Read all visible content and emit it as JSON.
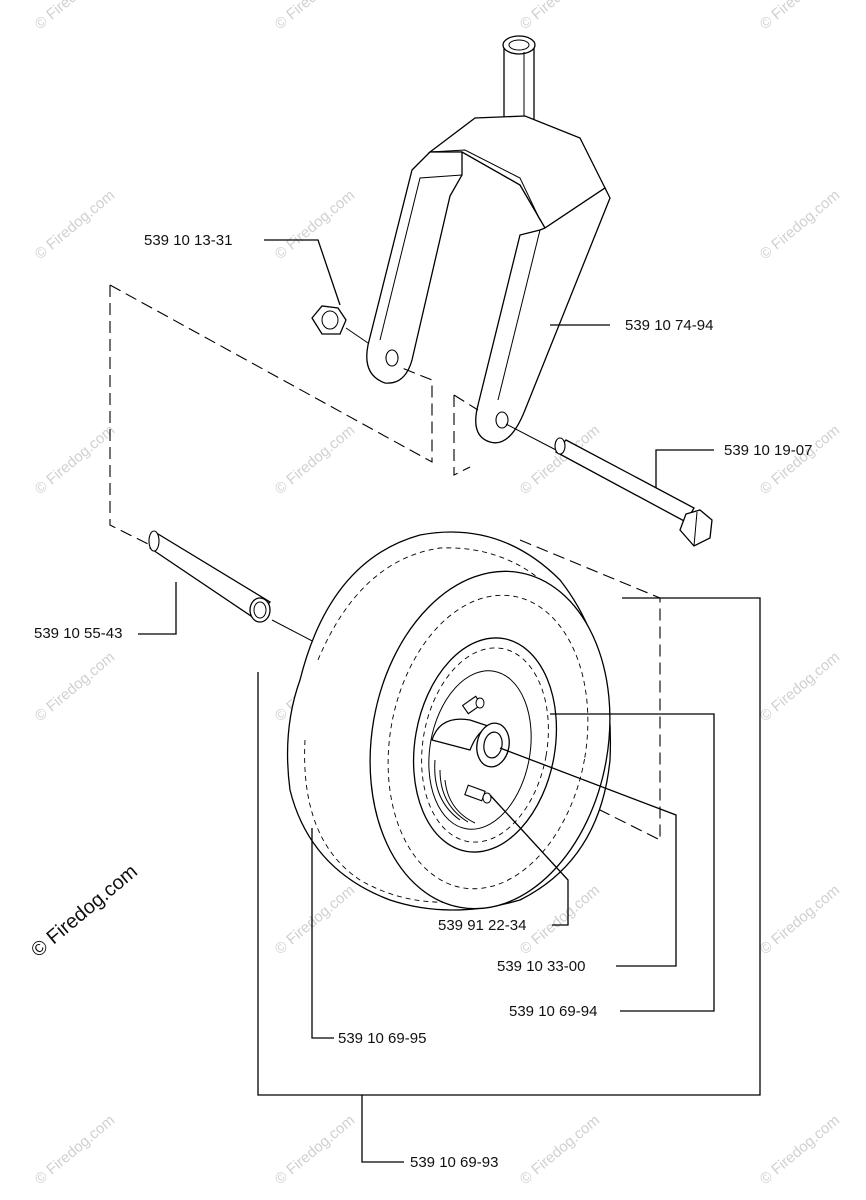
{
  "parts": {
    "nut": "539 10 13-31",
    "fork": "539 10 74-94",
    "bolt": "539 10 19-07",
    "spacer": "539 10 55-43",
    "grease_fitting": "539 91 22-34",
    "bearing": "539 10 33-00",
    "rim": "539 10 69-94",
    "tire": "539 10 69-95",
    "wheel_assembly": "539 10 69-93"
  },
  "watermark": {
    "text": "© Firedog.com",
    "main": "© Firedog.com"
  }
}
